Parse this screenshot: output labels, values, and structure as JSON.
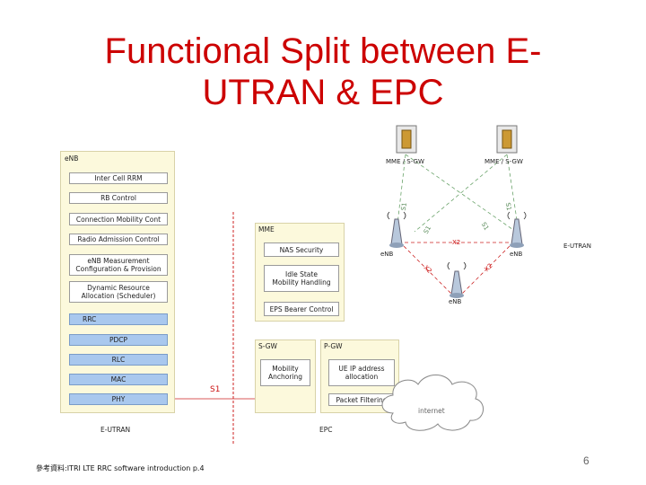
{
  "slide": {
    "title_line1": "Functional Split between E-",
    "title_line2": "UTRAN & EPC",
    "footer": "參考資料:ITRI LTE RRC software introduction p.4",
    "page_number": "6"
  },
  "enb": {
    "label": "eNB",
    "functions": [
      "Inter Cell RRM",
      "RB Control",
      "Connection Mobility Cont",
      "Radio Admission Control",
      "eNB Measurement Configuration & Provision",
      "Dynamic Resource Allocation (Scheduler)"
    ],
    "layers": [
      "RRC",
      "PDCP",
      "RLC",
      "MAC",
      "PHY"
    ]
  },
  "mme": {
    "label": "MME",
    "functions": [
      "NAS Security",
      "Idle State Mobility Handling",
      "EPS Bearer Control"
    ]
  },
  "sgw": {
    "label": "S-GW",
    "functions": [
      "Mobility Anchoring"
    ]
  },
  "pgw": {
    "label": "P-GW",
    "functions": [
      "UE IP address allocation",
      "Packet Filtering"
    ]
  },
  "internet_label": "internet",
  "s1_label": "S1",
  "eutran_label": "E-UTRAN",
  "epc_label": "EPC",
  "topology": {
    "node_left": "MME / S-GW",
    "node_right": "MME / S-GW",
    "enb_left": "eNB",
    "enb_right": "eNB",
    "enb_bottom": "eNB",
    "x2_label": "X2",
    "x2_left": "X2",
    "x2_right": "X2",
    "s1_labels": [
      "S1",
      "S1",
      "S1",
      "S1"
    ],
    "eutran_side_label": "E-UTRAN"
  }
}
